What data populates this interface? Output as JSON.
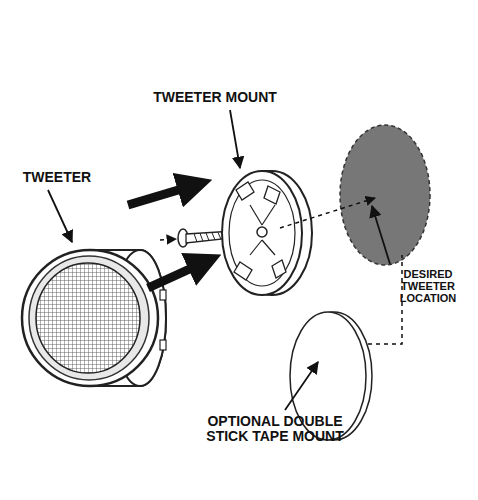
{
  "diagram": {
    "labels": [
      "TWEETER",
      "TWEETER MOUNT",
      "DESIRED TWEETER LOCATION",
      "OPTIONAL DOUBLE STICK TAPE MOUNT"
    ]
  }
}
